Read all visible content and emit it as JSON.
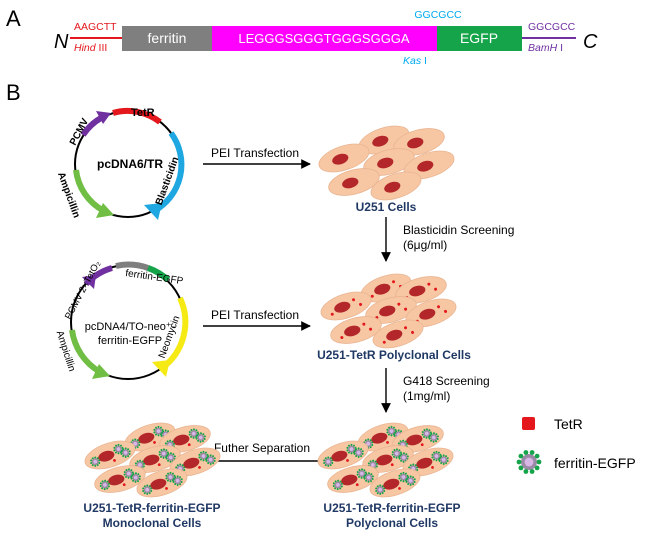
{
  "panel_a": {
    "label": "A",
    "n_term": "N",
    "c_term": "C",
    "hind_seq": "AAGCTT",
    "hind_enzyme_italic": "Hind",
    "hind_enzyme_roman": " III",
    "ferritin": "ferritin",
    "linker": "LEGGGSGGGTGGGSGGGA",
    "kas_seq": "GGCGCC",
    "kas_enzyme_italic": "Kas",
    "kas_enzyme_roman": " I",
    "egfp": "EGFP",
    "bam_seq": "GGCGCC",
    "bam_enzyme_italic": "BamH",
    "bam_enzyme_roman": " I"
  },
  "panel_b": {
    "label": "B",
    "plasmid1": {
      "name": "pcDNA6/TR",
      "pcmv": "PCMV",
      "tetr": "TetR",
      "blasticidin": "Blasticidin",
      "ampicillin": "Ampicillin"
    },
    "plasmid2": {
      "name_line1": "pcDNA4/TO-neo⁺-",
      "name_line2": "ferritin-EGFP",
      "pcmv": "PCMV 2×TetO₂",
      "ferritin_egfp": "ferritin-EGFP",
      "neomycin": "Neomycin",
      "ampicillin": "Ampicillin"
    },
    "arrows": {
      "transfection1": "PEI Transfection",
      "transfection2": "PEI Transfection",
      "screen1_line1": "Blasticidin Screening",
      "screen1_line2": "(6μg/ml)",
      "screen2_line1": "G418 Screening",
      "screen2_line2": "(1mg/ml)",
      "separation": "Futher Separation"
    },
    "cells": {
      "u251": "U251 Cells",
      "tetr_poly": "U251-TetR Polyclonal Cells",
      "fe_poly_line1": "U251-TetR-ferritin-EGFP",
      "fe_poly_line2": "Polyclonal Cells",
      "fe_mono_line1": "U251-TetR-ferritin-EGFP",
      "fe_mono_line2": "Monoclonal Cells"
    },
    "legend": {
      "tetr": "TetR",
      "ferritin_egfp": "ferritin-EGFP"
    }
  },
  "colors": {
    "red": "#e3171c",
    "gray": "#7f7f7f",
    "magenta": "#ff00ff",
    "green_block": "#16a44a",
    "cyan": "#00aaee",
    "purple": "#7030a0",
    "cell": "#f7c6a3",
    "nucleus": "#b3272a",
    "navy": "#1f3864",
    "plasmid_green": "#71be44",
    "plasmid_blue": "#1ea7e1",
    "plasmid_yellow": "#f5ea14"
  }
}
